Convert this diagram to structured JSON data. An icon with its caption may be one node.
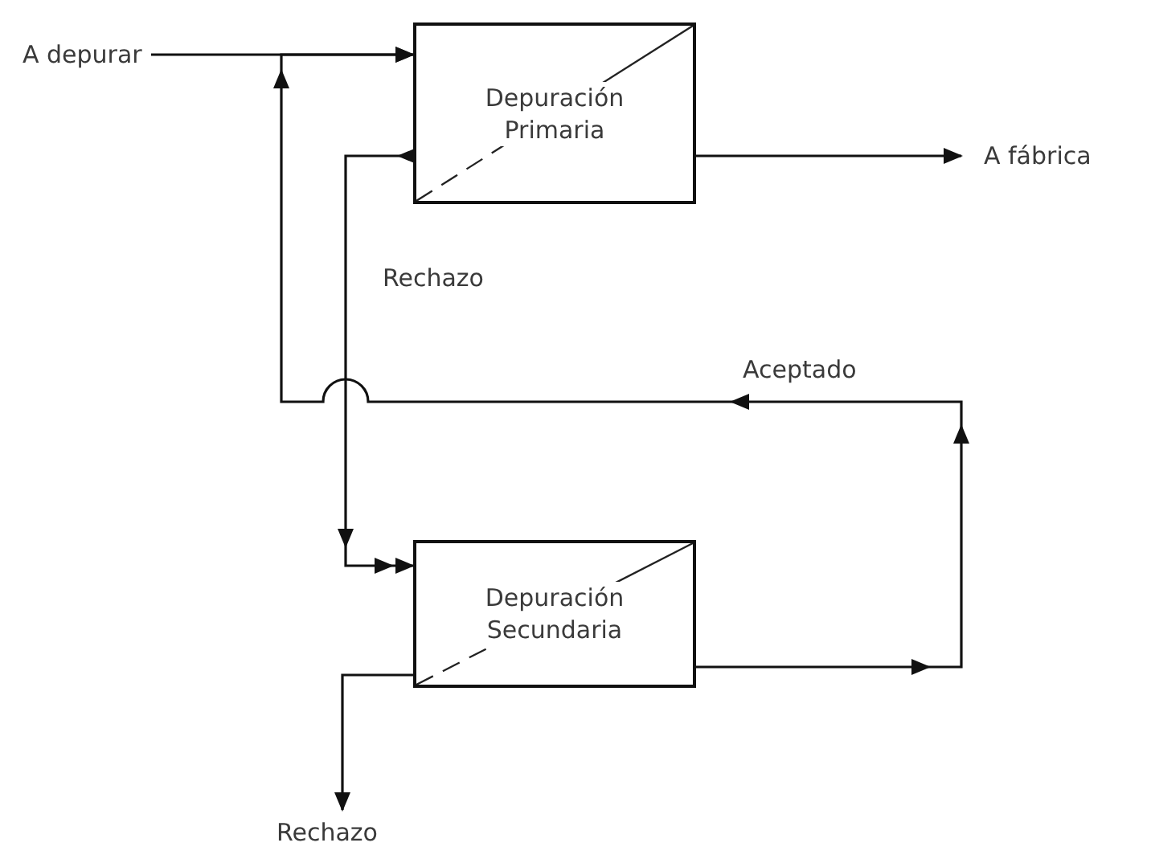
{
  "diagram": {
    "nodes": [
      {
        "text": [
          "A depurar"
        ]
      },
      {
        "text": [
          "Depuración Primaria"
        ]
      },
      {
        "text": [
          "A fábrica"
        ]
      },
      {
        "text": [
          "Depuración Secundaria"
        ]
      },
      {
        "text": [
          "Rechazo"
        ]
      }
    ],
    "edges": [
      {
        "from": 0,
        "to": 1,
        "arrow": "to"
      },
      {
        "from": 1,
        "to": 2,
        "arrow": "to"
      },
      {
        "from": 1,
        "to": 3,
        "arrow": "to",
        "label": "Rechazo"
      },
      {
        "from": 3,
        "to": 1,
        "arrow": "to",
        "label": "Aceptado"
      },
      {
        "from": 3,
        "to": 4,
        "arrow": "to"
      }
    ]
  }
}
